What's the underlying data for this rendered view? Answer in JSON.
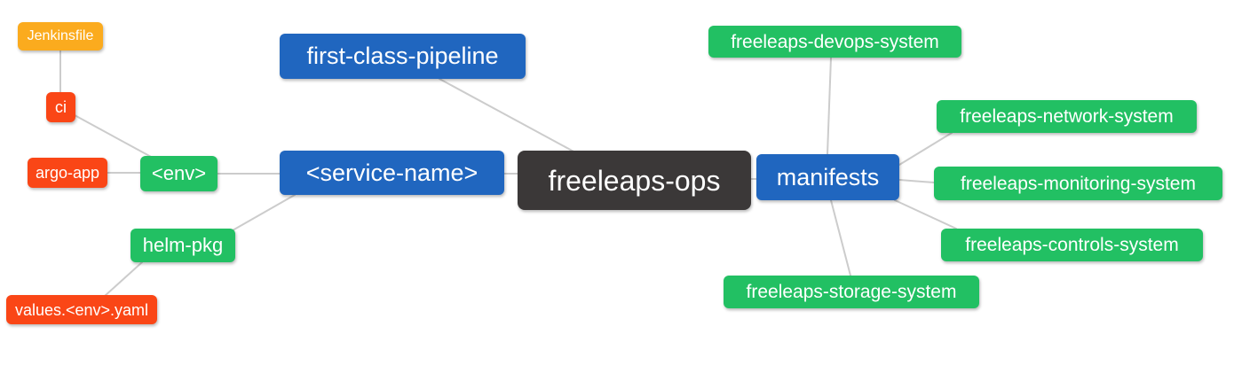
{
  "colors": {
    "root_bg": "#3b3838",
    "branch_bg": "#2066bf",
    "green_bg": "#22c063",
    "red_bg": "#fa4616",
    "amber_bg": "#fbab1e",
    "edge": "#cccccc",
    "text": "#ffffff"
  },
  "nodes": {
    "root": "freeleaps-ops",
    "pipeline": "first-class-pipeline",
    "service_name": "<service-name>",
    "manifests": "manifests",
    "env": "<env>",
    "helm_pkg": "helm-pkg",
    "ci": "ci",
    "argo_app": "argo-app",
    "jenkinsfile": "Jenkinsfile",
    "values_yaml": "values.<env>.yaml",
    "systems": [
      "freeleaps-devops-system",
      "freeleaps-network-system",
      "freeleaps-monitoring-system",
      "freeleaps-controls-system",
      "freeleaps-storage-system"
    ]
  }
}
